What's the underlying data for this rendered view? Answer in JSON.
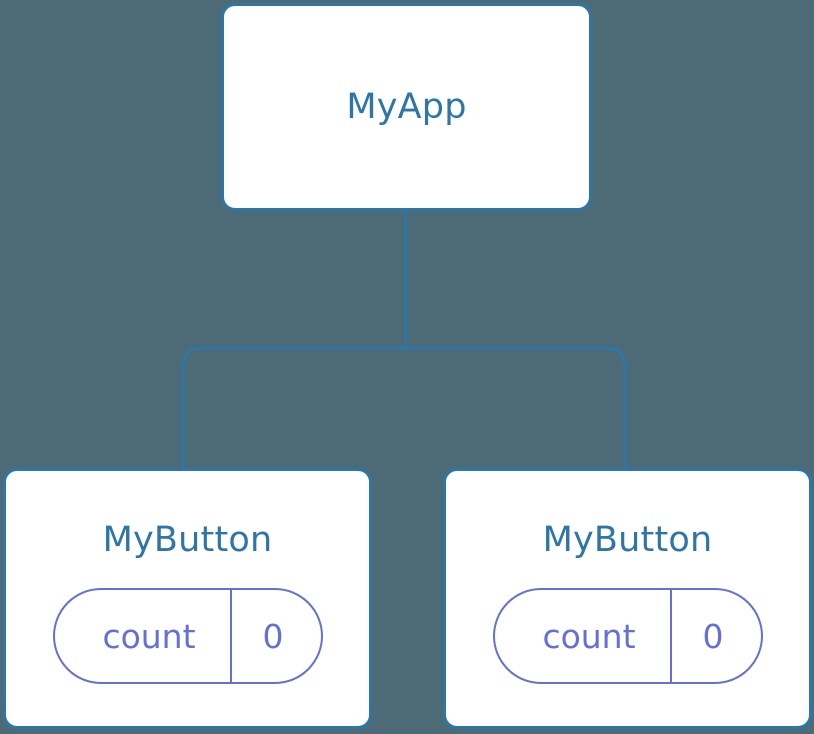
{
  "diagram": {
    "type": "component-tree",
    "background_color": "#4c6b76",
    "node_border_color": "#2e76a8",
    "node_fill_color": "#ffffff",
    "node_label_color": "#2e76a8",
    "edge_color": "#2e76a8",
    "state_pill_color": "#6470d8",
    "root": {
      "label": "MyApp"
    },
    "children": [
      {
        "label": "MyButton",
        "state": {
          "key": "count",
          "value": "0"
        }
      },
      {
        "label": "MyButton",
        "state": {
          "key": "count",
          "value": "0"
        }
      }
    ]
  }
}
